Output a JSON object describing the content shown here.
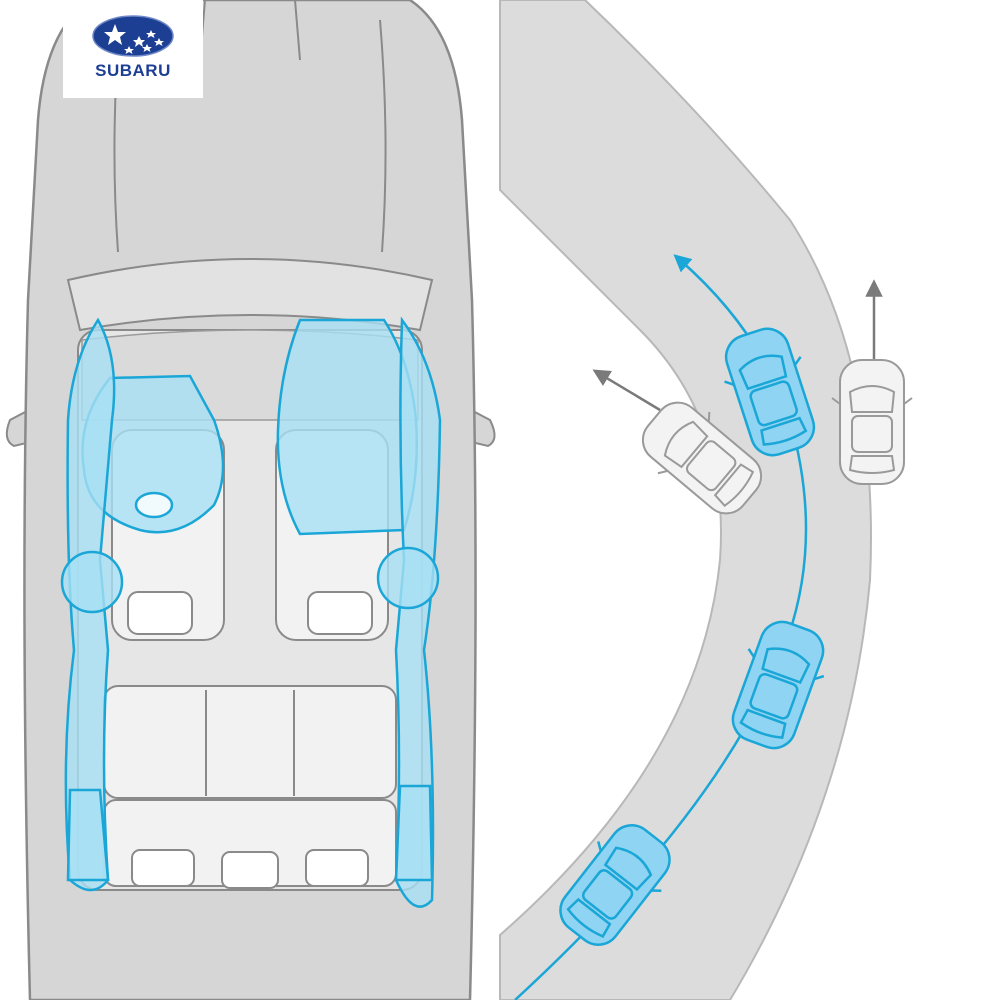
{
  "brand": {
    "name": "SUBARU",
    "logo_color": "#1c3f94"
  },
  "colors": {
    "car_body": "#d6d6d6",
    "car_outline": "#8a8a8a",
    "airbag_fill": "#a8e0f4",
    "airbag_stroke": "#1aa6d6",
    "road": "#dcdcdc",
    "trajectory_line": "#1aa6d6",
    "skid_arrow": "#7a7a7a",
    "skidding_car": "#f3f3f3"
  },
  "panels": {
    "left": "car-top-view-airbags",
    "right": "stability-control-curve"
  }
}
